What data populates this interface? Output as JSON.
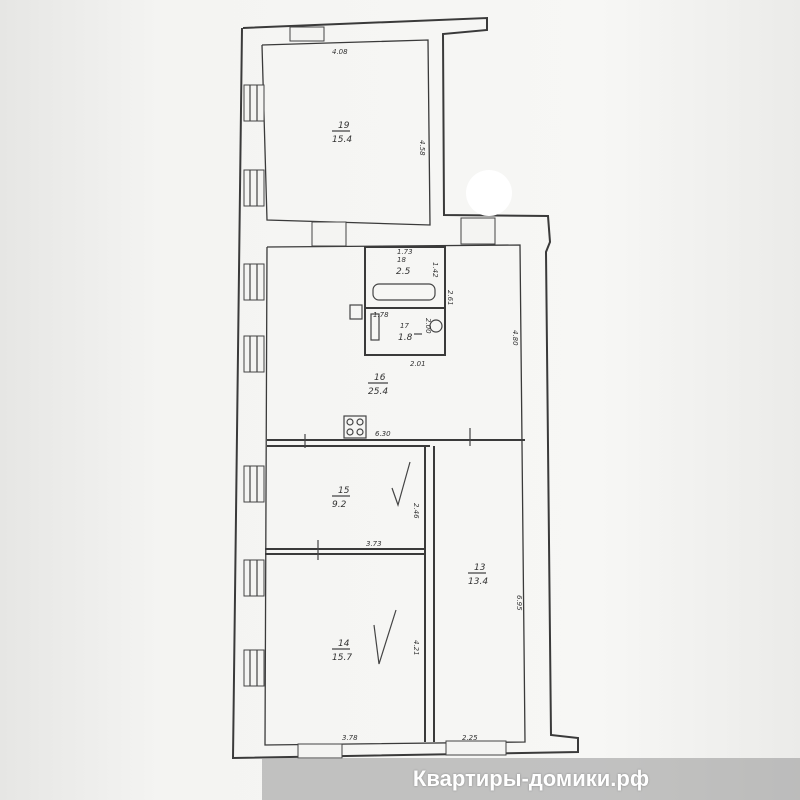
{
  "plan": {
    "rooms": [
      {
        "id": "19",
        "number": "19",
        "area": "15.4"
      },
      {
        "id": "18",
        "number": "18",
        "area": "2.5"
      },
      {
        "id": "17",
        "number": "17",
        "area": "1.8"
      },
      {
        "id": "16",
        "number": "16",
        "area": "25.4"
      },
      {
        "id": "15",
        "number": "15",
        "area": "9.2"
      },
      {
        "id": "14",
        "number": "14",
        "area": "15.7"
      },
      {
        "id": "13",
        "number": "13",
        "area": "13.4"
      }
    ],
    "dimensions": {
      "room19_width": "4.08",
      "room19_height": "4.58",
      "room18_width": "1.73",
      "room18_height": "1.42",
      "room17_width": "1.78",
      "bath_depth": "2.61",
      "room17_bottom": "2.01",
      "room16_height": "4.80",
      "kitchen_width": "6.30",
      "room15_height": "2.46",
      "room15_width": "3.73",
      "room14_height": "4.21",
      "room14_width": "3.78",
      "room13_height": "6.95",
      "room13_width": "2.25",
      "extra_label": "2.00"
    }
  },
  "watermark": {
    "text": "Квартиры-домики.рф"
  }
}
